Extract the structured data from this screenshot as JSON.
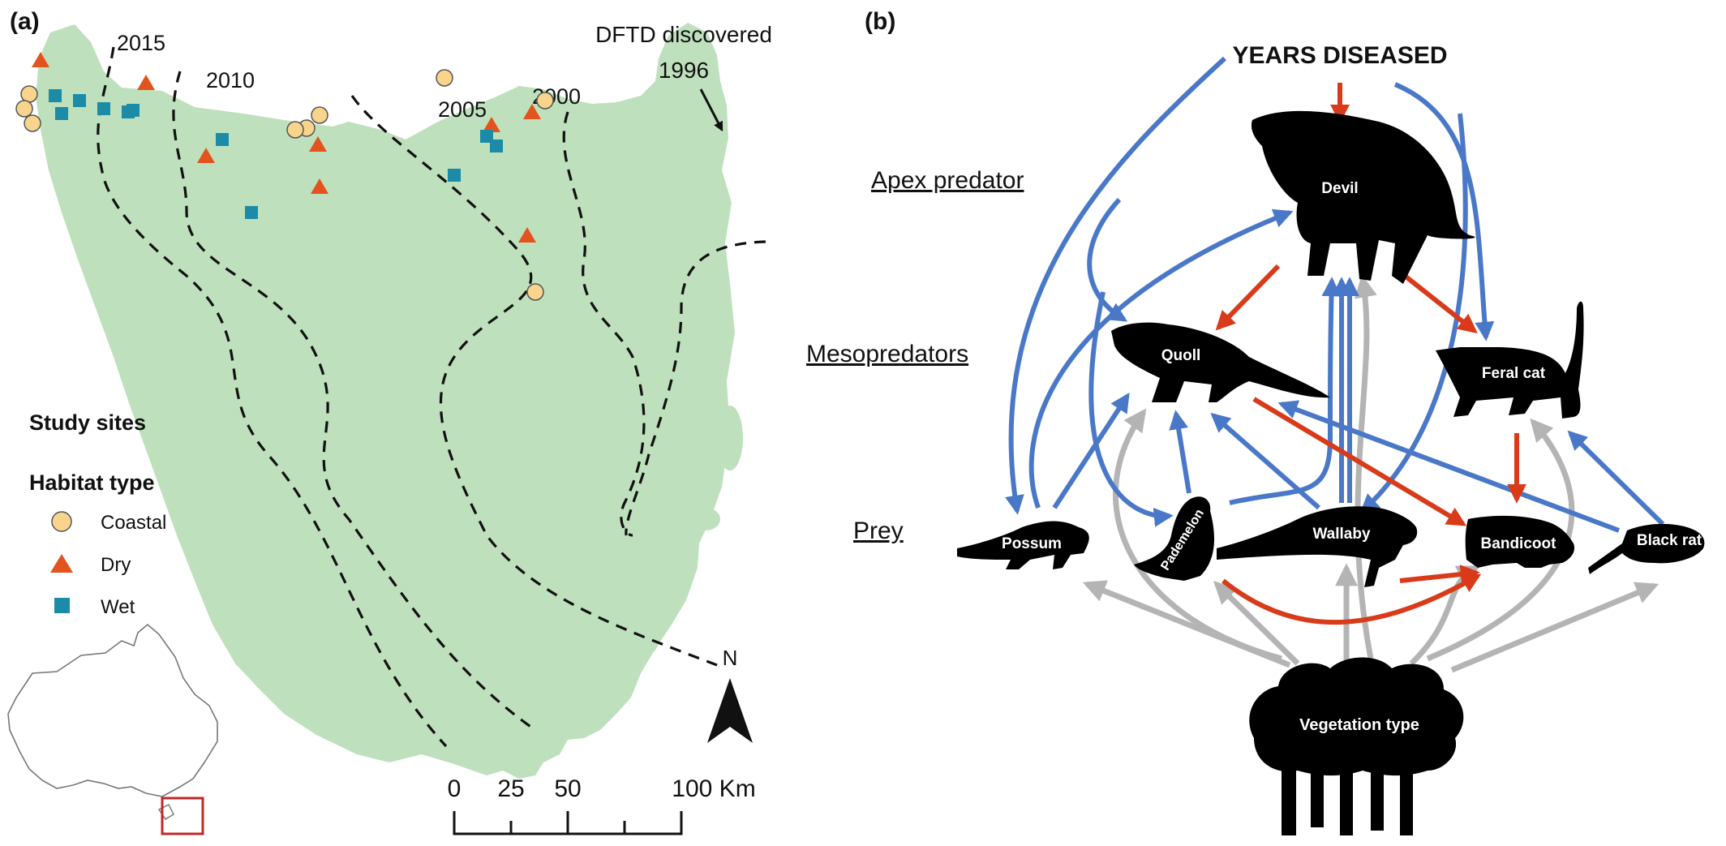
{
  "panel_a": {
    "label": "(a)",
    "front_lines": [
      {
        "year": "2015"
      },
      {
        "year": "2010"
      },
      {
        "year": "2005"
      },
      {
        "year": "2000"
      }
    ],
    "discovery": {
      "line1": "DFTD discovered",
      "line2": "1996"
    },
    "legend": {
      "title": "Study sites",
      "subtitle": "Habitat type",
      "items": [
        {
          "label": "Coastal",
          "color": "#f8d48c",
          "marker": "circle"
        },
        {
          "label": "Dry",
          "color": "#e2531e",
          "marker": "triangle"
        },
        {
          "label": "Wet",
          "color": "#1c8ba8",
          "marker": "square"
        }
      ]
    },
    "north_label": "N",
    "scale_bar": {
      "ticks": [
        "0",
        "25",
        "50",
        "100 Km"
      ]
    },
    "map_colors": {
      "land": "#bfe0bd",
      "inset_box": "#c0282b"
    }
  },
  "panel_b": {
    "label": "(b)",
    "top_node": "YEARS DISEASED",
    "trophic_levels": [
      "Apex predator",
      "Mesopredators",
      "Prey"
    ],
    "animals": [
      "Devil",
      "Quoll",
      "Feral cat",
      "Possum",
      "Pademelon",
      "Wallaby",
      "Bandicoot",
      "Black rat"
    ],
    "bottom_node": "Vegetation type",
    "arrow_colors": {
      "disease": "#d93b1a",
      "positive": "#4a78c8",
      "vegetation": "#b4b4b4"
    }
  }
}
